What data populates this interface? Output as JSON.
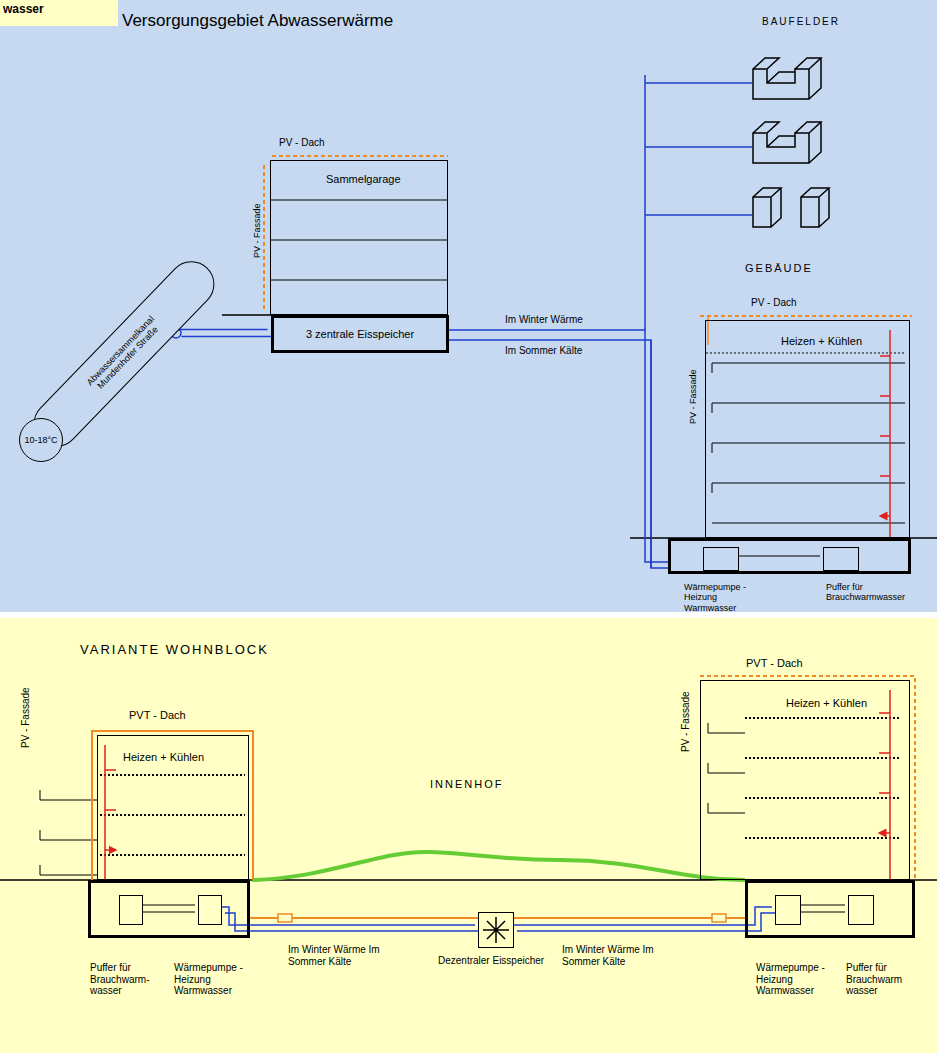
{
  "diagram": {
    "title": "Versorgungsgebiet Abwasserwärme",
    "nodes": [
      {
        "text": [
          "wasser"
        ]
      },
      {
        "text": [
          "Abwassersammelkanal Mundenhofer Straße"
        ]
      },
      {
        "text": [
          "10-18°C"
        ]
      },
      {
        "text": [
          "PV - Dach",
          "Sammelgarage"
        ]
      },
      {
        "text": [
          "3 zentrale Eisspeicher"
        ]
      },
      {
        "text": [
          "PV - Dach",
          "Heizen + Kühlen"
        ]
      },
      {
        "text": []
      },
      {
        "text": [
          "Wärmepumpe - Heizung Warmwasser"
        ],
        "in": 6
      },
      {
        "text": [
          "Puffer für Brauchwarmwasser"
        ],
        "in": 6
      },
      {
        "text": [
          "PVT - Dach",
          "Heizen + Kühlen"
        ]
      },
      {
        "text": []
      },
      {
        "text": [
          "Puffer für Brauchwarm- wasser"
        ],
        "in": 10
      },
      {
        "text": [
          "Wärmepumpe - Heizung Warmwasser"
        ],
        "in": 10
      },
      {
        "text": [
          "Dezentraler Eisspeicher"
        ]
      },
      {
        "text": [
          "PVT - Dach",
          "Heizen + Kühlen"
        ]
      },
      {
        "text": []
      },
      {
        "text": [
          "Wärmepumpe - Heizung Warmwasser"
        ],
        "in": 15
      },
      {
        "text": [
          "Puffer für Brauchwarm wasser"
        ],
        "in": 15
      }
    ],
    "edges": [
      {
        "from": 1,
        "to": 4,
        "arrow": "none"
      },
      {
        "from": 4,
        "to": 6,
        "label": "Im Winter Wärme",
        "arrow": "none"
      },
      {
        "from": 4,
        "to": 6,
        "label": "Im Sommer Kälte",
        "arrow": "none"
      },
      {
        "from": 12,
        "to": 13,
        "label": "Im Winter Wärme Im Sommer Kälte",
        "arrow": "none"
      },
      {
        "from": 13,
        "to": 16,
        "label": "Im Winter Wärme Im Sommer Kälte",
        "arrow": "none"
      }
    ],
    "labels": [
      "PV - Fassade",
      "BAUFELDER",
      "GEBÄUDE",
      "PV - Fassade",
      "VARIANTE WOHNBLOCK",
      "PV - Fassade",
      "INNENHOF",
      "PV - Fassade"
    ]
  }
}
